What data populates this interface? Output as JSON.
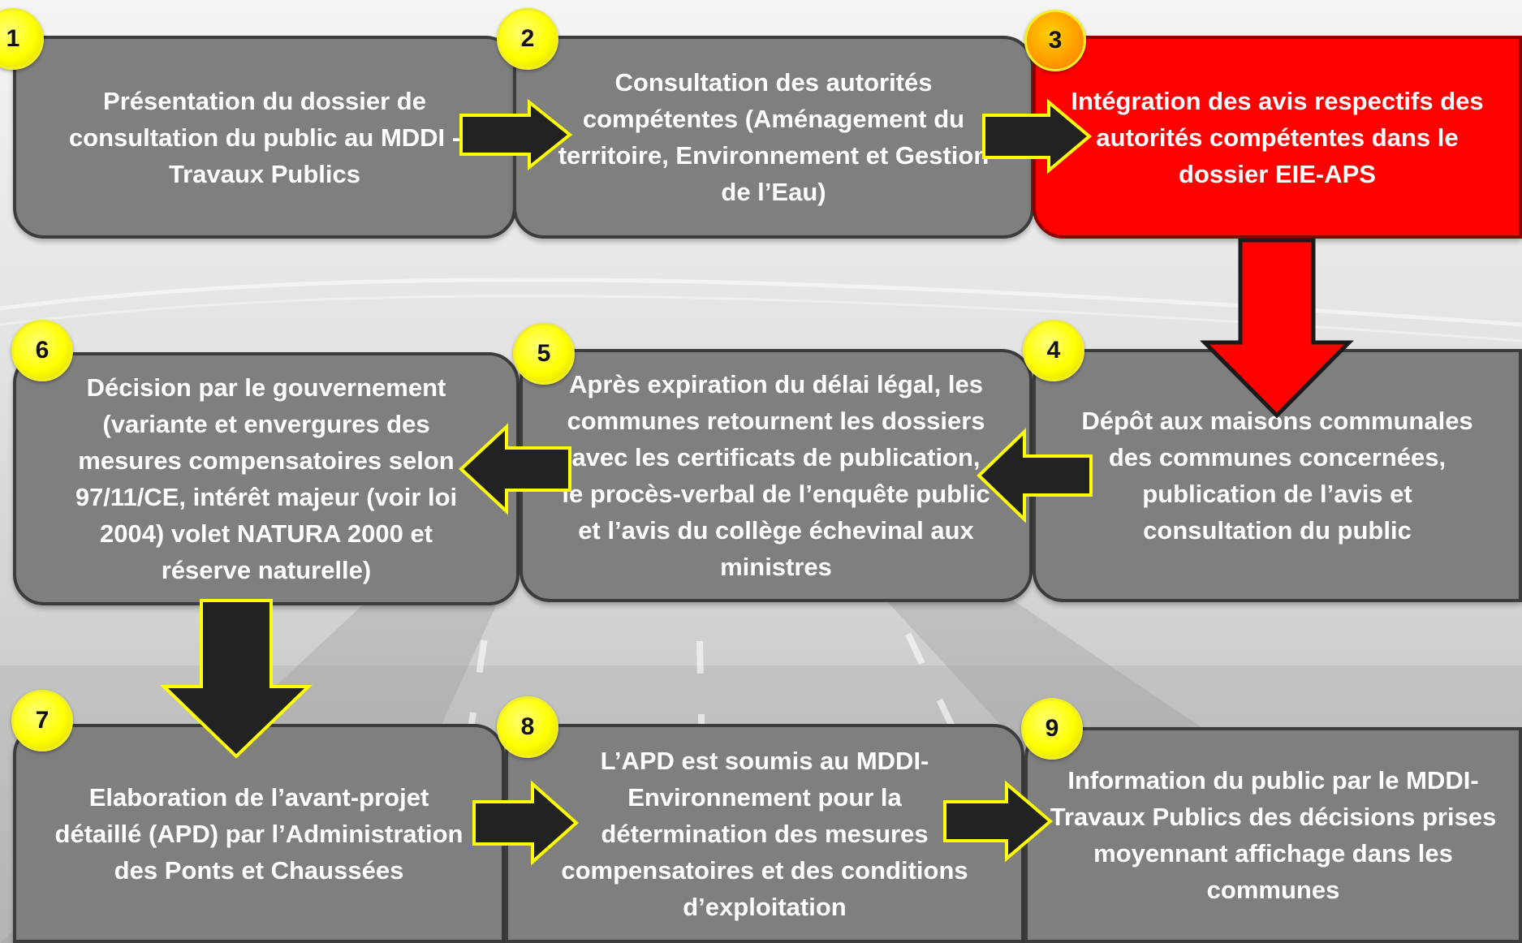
{
  "colors": {
    "box_fill": "#7f7f7f",
    "active_fill": "#ff0000",
    "badge": "#ffff00",
    "badge_active": "#ff9a00",
    "arrow_fill": "#222222",
    "arrow_outline": "#ffff00",
    "red_arrow": "#ff0000"
  },
  "steps": [
    {
      "number": "1",
      "text": "Présentation du dossier de\nconsultation du public au MDDI -\nTravaux Publics"
    },
    {
      "number": "2",
      "text": "Consultation des autorités\ncompétentes (Aménagement du\nterritoire, Environnement et Gestion\nde l’Eau)"
    },
    {
      "number": "3",
      "text": "Intégration des avis respectifs des\nautorités compétentes dans le\ndossier EIE-APS"
    },
    {
      "number": "4",
      "text": "Dépôt aux maisons communales\ndes communes concernées,\npublication de l’avis et\nconsultation du public"
    },
    {
      "number": "5",
      "text": "Après expiration du délai légal, les\ncommunes retournent les dossiers\navec les certificats de publication,\nle procès-verbal de l’enquête public\net l’avis du collège échevinal aux\nministres"
    },
    {
      "number": "6",
      "text": "Décision par le gouvernement\n(variante et envergures des\nmesures compensatoires selon\n97/11/CE, intérêt majeur (voir loi\n2004) volet NATURA 2000 et\nréserve naturelle)"
    },
    {
      "number": "7",
      "text": "Elaboration de l’avant-projet\ndétaillé (APD) par l’Administration\ndes Ponts et Chaussées"
    },
    {
      "number": "8",
      "text": "L’APD est soumis au MDDI-\nEnvironnement pour la\ndétermination des mesures\ncompensatoires et des conditions\nd’exploitation"
    },
    {
      "number": "9",
      "text": "Information du public par le MDDI-\nTravaux Publics des décisions prises\nmoyennant affichage dans les\ncommunes"
    }
  ]
}
